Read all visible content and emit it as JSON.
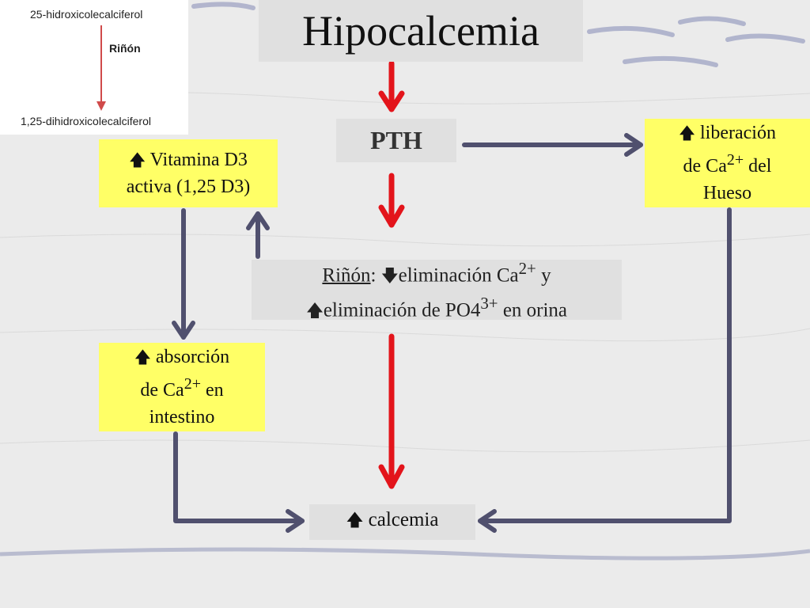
{
  "title": "Hipocalcemia",
  "inset": {
    "top_text": "25-hidroxicolecalciferol",
    "middle_text": "Riñón",
    "bottom_text": "1,25-dihidroxicolecalciferol"
  },
  "nodes": {
    "pth": "PTH",
    "vitamin_d3": {
      "arrow": "🡅",
      "line1": " Vitamina D3",
      "line2": "activa (1,25 D3)"
    },
    "bone_release": {
      "arrow": "🡅",
      "line1": " liberación",
      "line2a": "de Ca",
      "line2sup": "2+",
      "line2b": " del",
      "line3": "Hueso"
    },
    "absorption": {
      "arrow": "🡅",
      "line1": " absorción",
      "line2a": "de Ca",
      "line2sup": "2+",
      "line2b": " en",
      "line3": "intestino"
    },
    "kidney": {
      "label": "Riñón",
      "colon": ":",
      "arrow_down": "🡇",
      "line1a": "eliminación Ca",
      "line1sup": "2+",
      "line1b": " y",
      "arrow_up": "🡅",
      "line2a": "eliminación de PO4",
      "line2sup": "3+",
      "line2b": " en orina"
    },
    "calcemia": {
      "arrow": "🡅",
      "label": " calcemia"
    }
  },
  "colors": {
    "red_arrow": "#e3141b",
    "connector": "#50506e",
    "box_yellow": "#ffff66",
    "box_gray": "#e0e0e0"
  }
}
